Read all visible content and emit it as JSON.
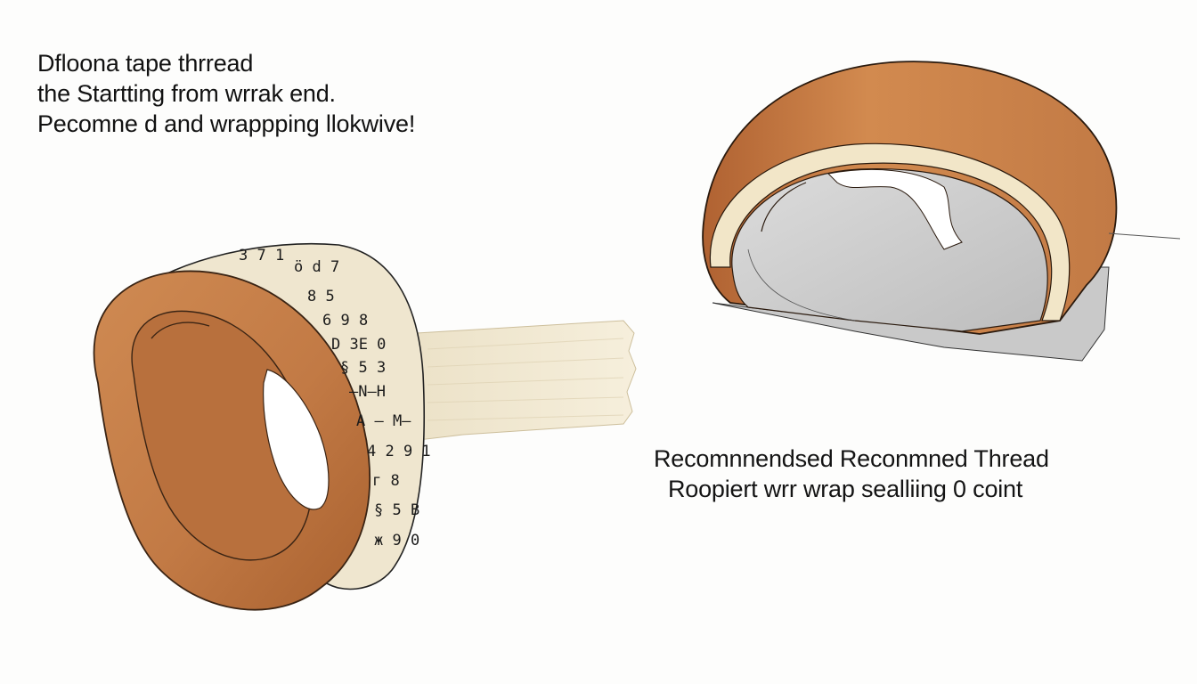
{
  "instruction_lines": [
    "Dfloonа tape thrread",
    "the Startting from wrrak end.",
    "Pecomne d and wrappping llokwive!"
  ],
  "callout_lines": [
    "Recomnnendsed Reconmned Thread",
    "Roopiert wrr wrap  sealliing 0 coint"
  ],
  "tape_markings": [
    "3 7 1",
    "ö d 7",
    "8 5",
    "6 9 8",
    "D 3E 0",
    "§ 5 3",
    "—N—H",
    "A — M—",
    "4 2 9 1",
    "г 8",
    "§ 5 B",
    "ж 9 0"
  ],
  "colors": {
    "ring_outer": "#c27a45",
    "ring_inner": "#b86d3c",
    "tape": "#efe6cf",
    "tape_strip": "#f1e8d2",
    "gray_core": "#c9c9c9"
  }
}
